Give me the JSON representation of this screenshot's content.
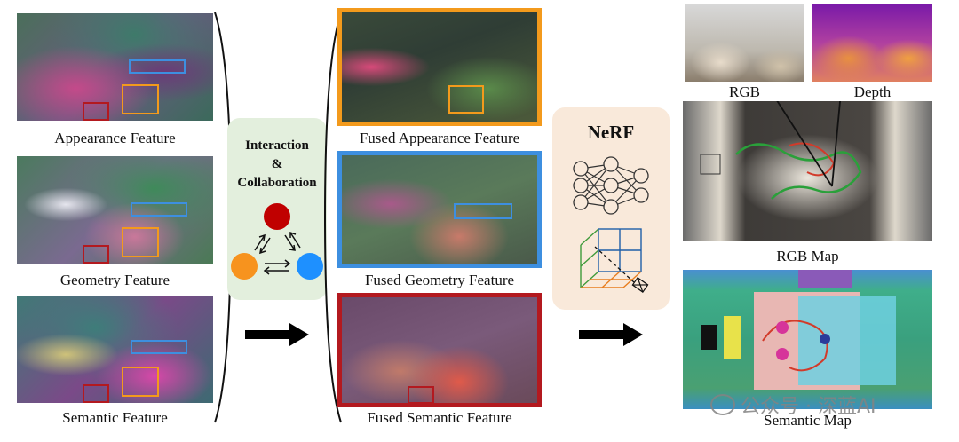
{
  "feature_captions": {
    "appearance": "Appearance Feature",
    "geometry": "Geometry Feature",
    "semantic": "Semantic Feature"
  },
  "interaction": {
    "line1": "Interaction",
    "line2": "&",
    "line3": "Collaboration"
  },
  "fused_captions": {
    "appearance": "Fused Appearance Feature",
    "geometry": "Fused Geometry Feature",
    "semantic": "Fused Semantic Feature"
  },
  "nerf": {
    "title": "NeRF"
  },
  "output_captions": {
    "rgb": "RGB",
    "depth": "Depth",
    "rgb_map": "RGB Map",
    "semantic_map": "Semantic Map"
  },
  "watermark": {
    "text": "公众号 · 深蓝AI"
  },
  "colors": {
    "appearance": "#f39a1c",
    "geometry": "#3d8fe0",
    "semantic": "#b3191f",
    "panel_green": "#e3efdd",
    "panel_peach": "#f9e9da",
    "node_red": "#c00000",
    "node_orange": "#f7931e",
    "node_blue": "#1e90ff"
  }
}
